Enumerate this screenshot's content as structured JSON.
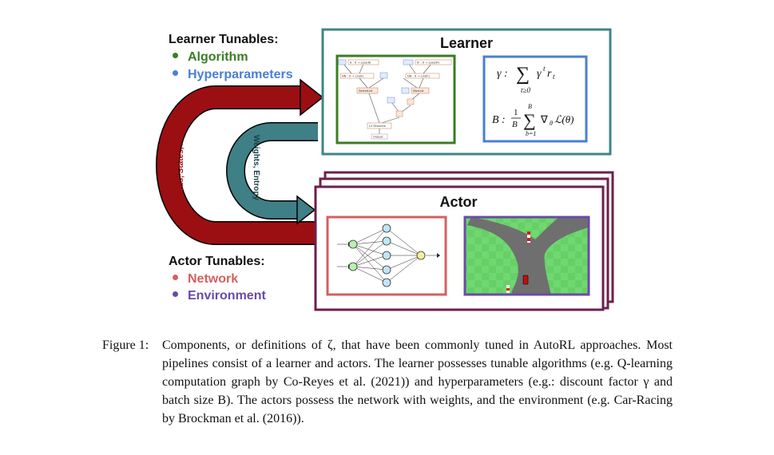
{
  "learner_tunables": {
    "title": "Learner Tunables:",
    "items": [
      {
        "label": "Algorithm",
        "color": "#3a7d23"
      },
      {
        "label": "Hyperparameters",
        "color": "#4a7fd6"
      }
    ]
  },
  "actor_tunables": {
    "title": "Actor Tunables:",
    "items": [
      {
        "label": "Network",
        "color": "#d46060"
      },
      {
        "label": "Environment",
        "color": "#6a4aa8"
      }
    ]
  },
  "learner_box": {
    "title": "Learner",
    "border_color": "#3f8588"
  },
  "actor_box": {
    "title": "Actor",
    "border_color": "#6e1f4d"
  },
  "arrows": {
    "outer_label": "Rewards, States, Actions",
    "outer_color": "#9b0f12",
    "inner_label": "Weights, Entropy",
    "inner_color": "#3f7f86"
  },
  "graph_labels": {
    "top_left": "θ : X → Loss(θ)",
    "top_right": "θ' : X → Loss(θ')",
    "mid_left": "NN : X → Lin(θ)",
    "mid_right": "NN : X → Lin(θ')",
    "select": "SelectList",
    "max": "MaxList",
    "distance": "L2 Distance",
    "output": "Output"
  },
  "equations": {
    "gamma_lhs": "γ :",
    "gamma_sum_bottom": "t≥0",
    "gamma_term": "γ",
    "gamma_sup": "t",
    "gamma_r": "r",
    "gamma_sub": "t",
    "batch_lhs": "B :",
    "batch_num": "1",
    "batch_den": "B",
    "batch_sum_top": "B",
    "batch_sum_bottom": "b=1",
    "batch_term": "∇",
    "batch_sub": "θ",
    "batch_rest": "ℒ(θ)"
  },
  "caption": {
    "label": "Figure 1:",
    "text": "Components, or definitions of ζ, that have been commonly tuned in AutoRL approaches. Most pipelines consist of a learner and actors. The learner possesses tunable algorithms (e.g. Q-learning computation graph by Co-Reyes et al. (2021)) and hyperparameters (e.g.: discount factor γ and batch size B). The actors possess the network with weights, and the environment (e.g. Car-Racing by Brockman et al. (2016))."
  }
}
